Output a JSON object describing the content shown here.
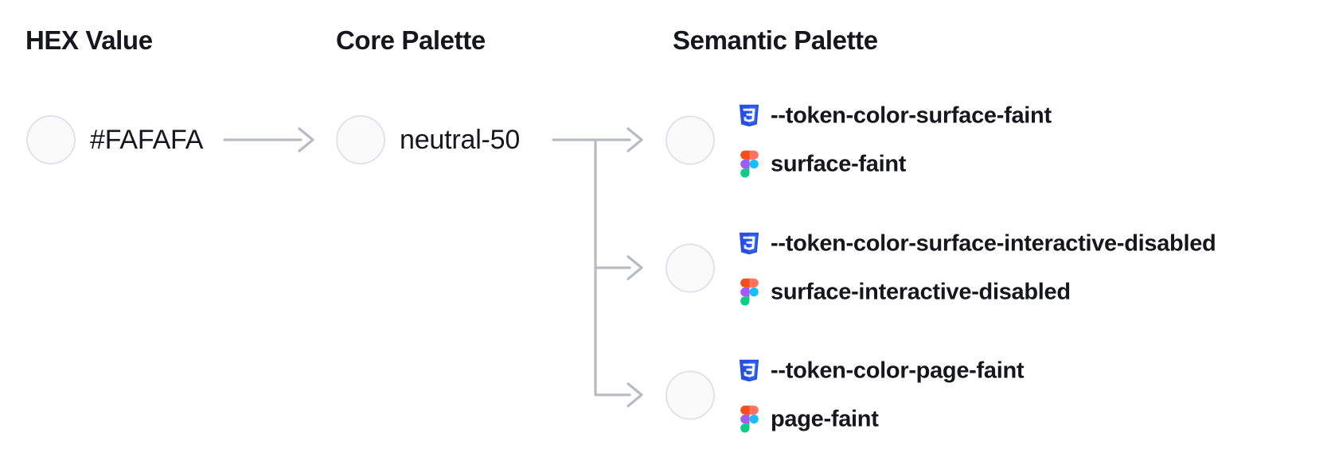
{
  "columns": {
    "hex": {
      "title": "HEX Value"
    },
    "core": {
      "title": "Core Palette"
    },
    "semantic": {
      "title": "Semantic Palette"
    }
  },
  "hex_node": {
    "label": "#FAFAFA"
  },
  "core_node": {
    "label": "neutral-50"
  },
  "semantic_tokens": [
    {
      "css_token": "--token-color-surface-faint",
      "figma_token": "surface-faint"
    },
    {
      "css_token": "--token-color-surface-interactive-disabled",
      "figma_token": "surface-interactive-disabled"
    },
    {
      "css_token": "--token-color-page-faint",
      "figma_token": "page-faint"
    }
  ],
  "icons": {
    "css_icon": "css3-badge",
    "figma_icon": "figma-logo"
  },
  "colors": {
    "text": "#16161E",
    "connector": "#B8BBC4",
    "swatch_fill": "#FAFAFA",
    "swatch_border": "#E2E3E8",
    "css_badge_base": "#264DE4",
    "css_badge_light": "#2E65F1",
    "figma_orange": "#F24E1E",
    "figma_salmon": "#FF7262",
    "figma_purple": "#A259FF",
    "figma_blue": "#1ABCFE",
    "figma_green": "#0ACF83"
  }
}
